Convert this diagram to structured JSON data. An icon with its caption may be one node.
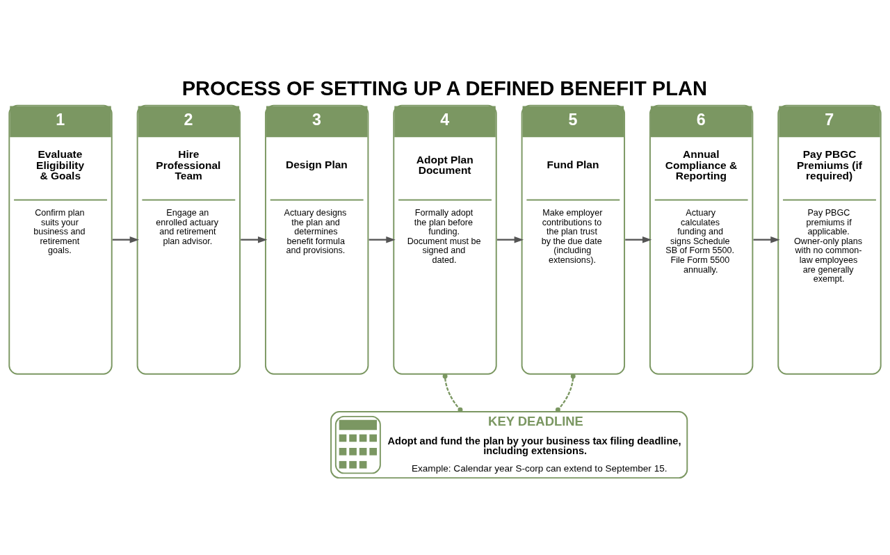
{
  "diagram": {
    "title": "PROCESS OF SETTING UP A DEFINED BENEFIT PLAN",
    "nodes": [
      {
        "text": [
          "1",
          "Evaluate Eligibility & Goals",
          "Confirm plan suits your business and retirement goals."
        ]
      },
      {
        "text": [
          "2",
          "Hire Professional Team",
          "Engage an enrolled actuary and retirement plan advisor."
        ]
      },
      {
        "text": [
          "3",
          "Design Plan",
          "Actuary designs the plan and determines benefit formula and provisions."
        ]
      },
      {
        "text": [
          "4",
          "Adopt Plan Document",
          "Formally adopt the plan before funding. Document must be signed and dated."
        ]
      },
      {
        "text": [
          "5",
          "Fund Plan",
          "Make employer contributions to the plan trust by the due date (including extensions)."
        ]
      },
      {
        "text": [
          "6",
          "Annual Compliance & Reporting",
          "Actuary calculates funding and signs Schedule SB of Form 5500. File Form 5500 annually."
        ]
      },
      {
        "text": [
          "7",
          "Pay PBGC Premiums (if required)",
          "Pay PBGC premiums if applicable. Owner-only plans with no common-law employees are generally exempt."
        ]
      },
      {
        "text": [
          "KEY DEADLINE",
          "Adopt and fund the plan by your business tax filing deadline, including extensions.",
          "Example: Calendar year S-corp can extend to September 15."
        ]
      }
    ],
    "edges": [
      {
        "from": 0,
        "to": 1,
        "arrow": "to"
      },
      {
        "from": 1,
        "to": 2,
        "arrow": "to"
      },
      {
        "from": 2,
        "to": 3,
        "arrow": "to"
      },
      {
        "from": 3,
        "to": 4,
        "arrow": "to"
      },
      {
        "from": 4,
        "to": 5,
        "arrow": "to"
      },
      {
        "from": 5,
        "to": 6,
        "arrow": "to"
      },
      {
        "from": 3,
        "to": 7,
        "arrow": "other",
        "style": "dashed",
        "color": "#7b9762"
      },
      {
        "from": 4,
        "to": 7,
        "arrow": "other",
        "style": "dashed",
        "color": "#7b9762"
      }
    ]
  }
}
